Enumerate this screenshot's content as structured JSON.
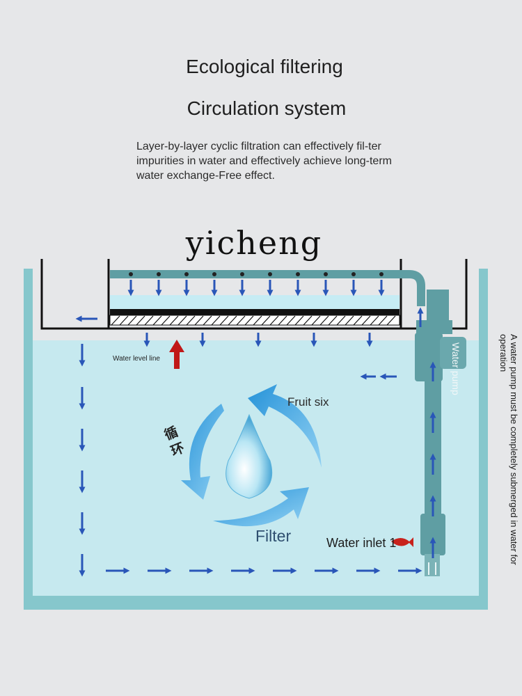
{
  "header": {
    "title_line1": "Ecological filtering",
    "title_line2": "Circulation system",
    "description": "Layer-by-layer cyclic filtration can effectively fil-ter impurities in water and effectively achieve long-term water exchange-Free effect."
  },
  "brand": "yicheng",
  "labels": {
    "water_level": "Water level line",
    "fruit_six": "Fruit six",
    "filter": "Filter",
    "water_inlet": "Water inlet 1",
    "cycle": "循环",
    "water_pump": "Water pump",
    "side_note": "A water pump must be completely submerged in water for operation"
  },
  "colors": {
    "background": "#e6e7e9",
    "water": "#c6e9ef",
    "tank_wall": "#86c7cc",
    "pipe": "#5f9ea3",
    "flow_arrow": "#2956b8",
    "inflow_arrow": "#c01818"
  }
}
